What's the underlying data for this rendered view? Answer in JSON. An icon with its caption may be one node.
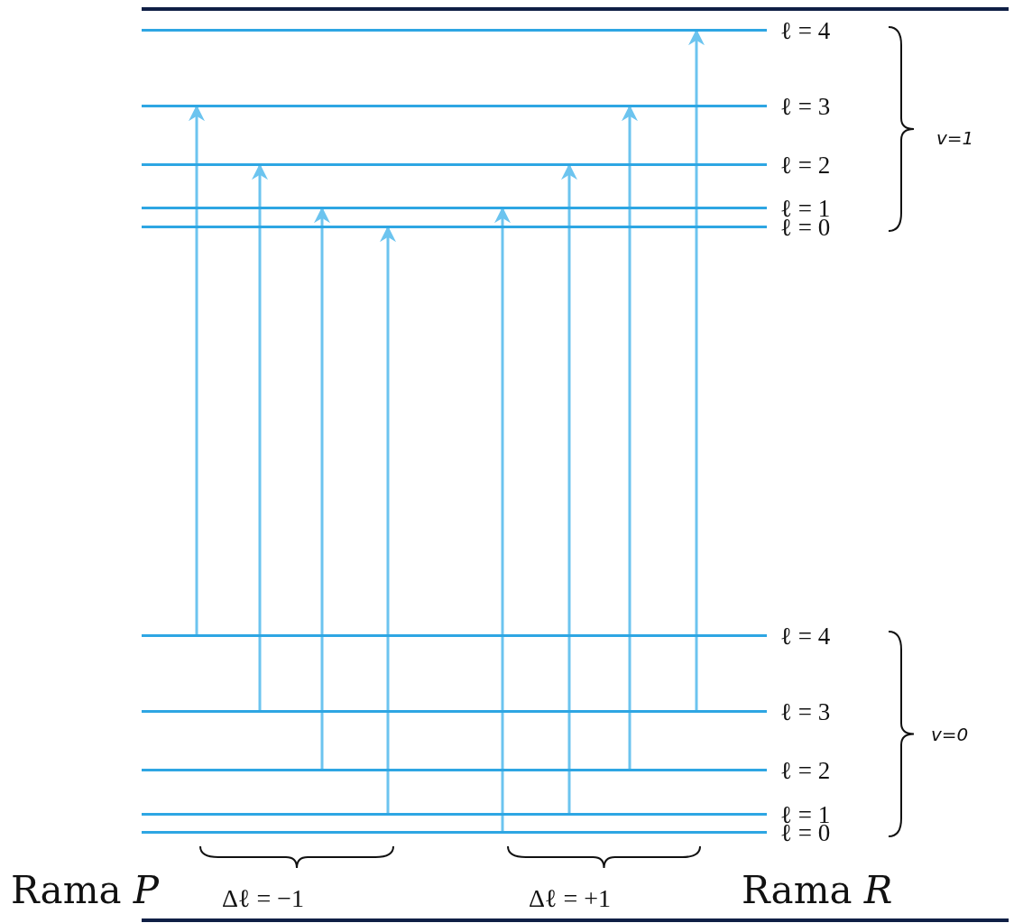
{
  "diagram": {
    "nodes": [
      {
        "text": [
          "ℓ = 4"
        ]
      },
      {
        "text": [
          "ℓ = 3"
        ]
      },
      {
        "text": [
          "ℓ = 2"
        ]
      },
      {
        "text": [
          "ℓ = 1"
        ]
      },
      {
        "text": [
          "ℓ = 0"
        ]
      },
      {
        "text": [
          "ℓ = 4"
        ]
      },
      {
        "text": [
          "ℓ = 3"
        ]
      },
      {
        "text": [
          "ℓ = 2"
        ]
      },
      {
        "text": [
          "ℓ = 1"
        ]
      },
      {
        "text": [
          "ℓ = 0"
        ]
      }
    ],
    "edges": [
      {
        "from": 5,
        "to": 1,
        "arrow": "to"
      },
      {
        "from": 6,
        "to": 2,
        "arrow": "to"
      },
      {
        "from": 7,
        "to": 3,
        "arrow": "to"
      },
      {
        "from": 8,
        "to": 4,
        "arrow": "to"
      },
      {
        "from": 9,
        "to": 3,
        "arrow": "to"
      },
      {
        "from": 8,
        "to": 2,
        "arrow": "to"
      },
      {
        "from": 7,
        "to": 1,
        "arrow": "to"
      },
      {
        "from": 6,
        "to": 0,
        "arrow": "to"
      }
    ],
    "labels": [
      "v=1",
      "v=0",
      "Rama *P*",
      "Δℓ = −1",
      "Δℓ = +1",
      "Rama *R*"
    ]
  }
}
